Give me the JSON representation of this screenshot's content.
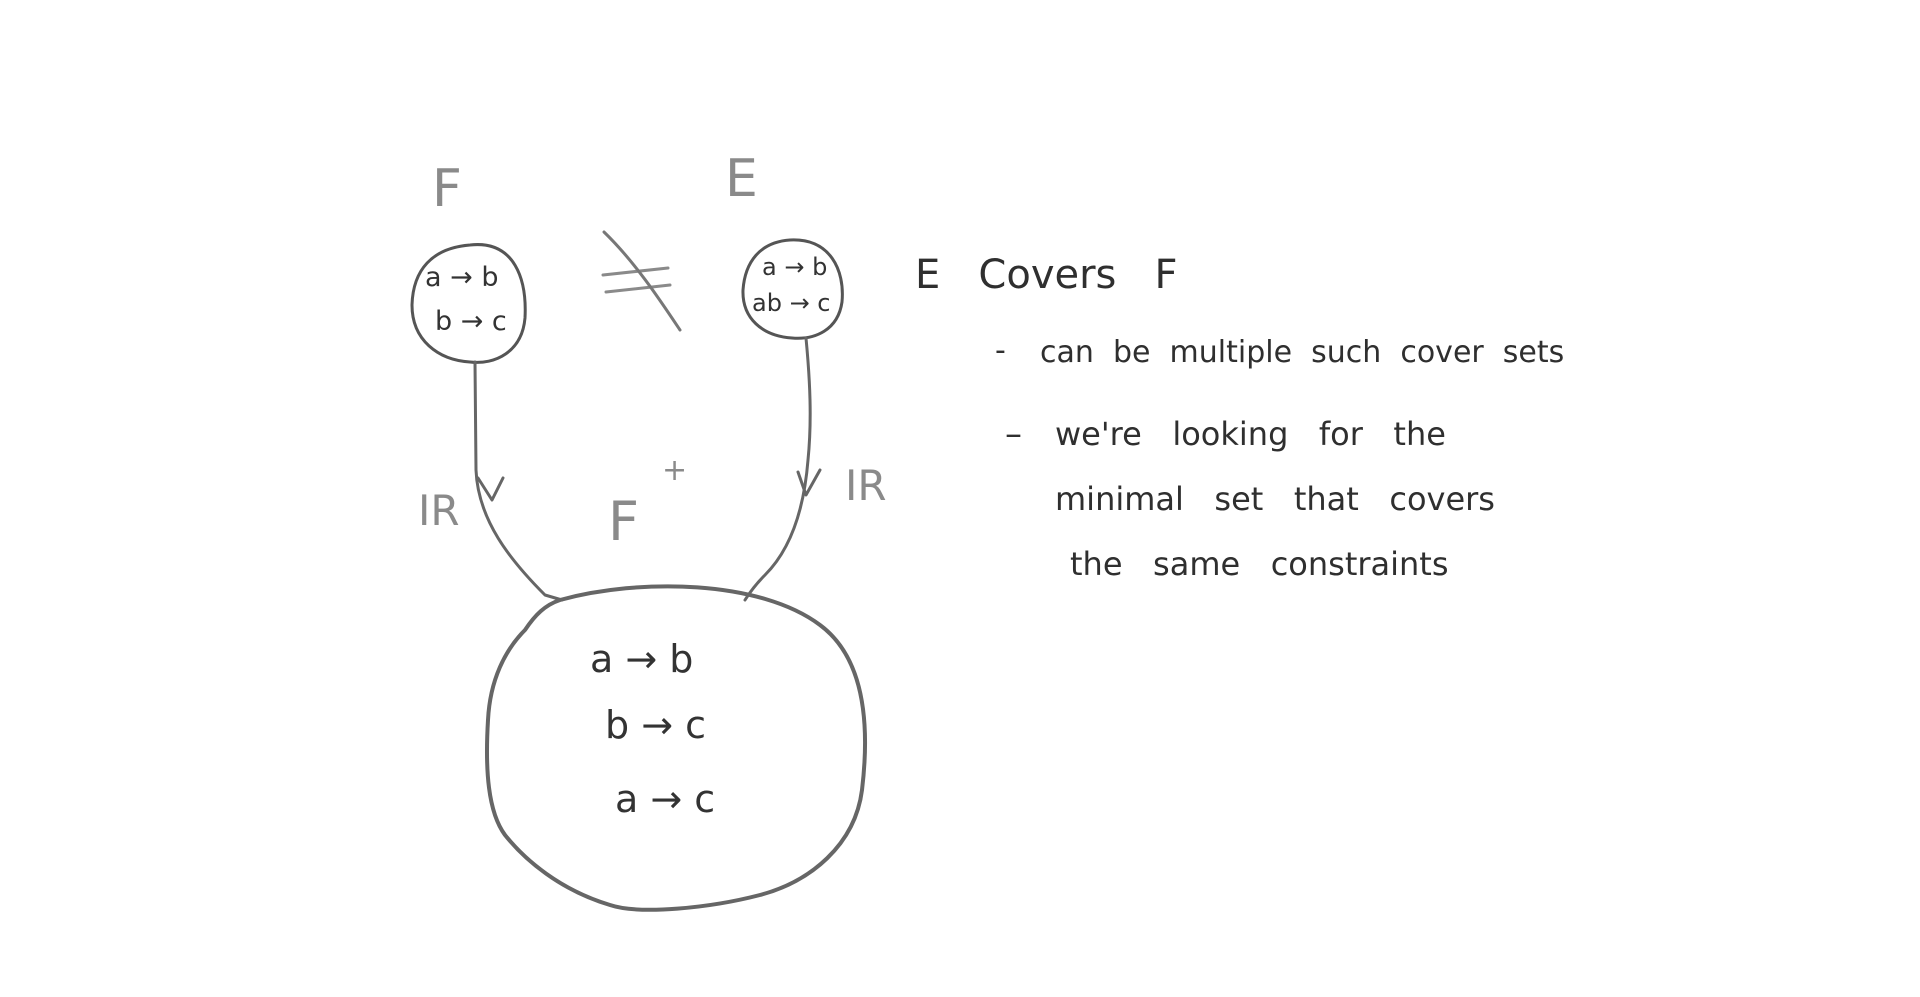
{
  "diagram": {
    "set_f": {
      "name": "F",
      "rules": [
        "a → b",
        "b → c"
      ]
    },
    "set_e": {
      "name": "E",
      "rules": [
        "a → b",
        "ab → c"
      ]
    },
    "relation_symbol": "≠",
    "closure": {
      "name": "F",
      "superscript": "+",
      "rules": [
        "a → b",
        "b → c",
        "a → c"
      ]
    },
    "edge_label_left": "IR",
    "edge_label_right": "IR"
  },
  "notes": {
    "heading": "E   Covers   F",
    "bullets": [
      {
        "marker": "-",
        "lines": [
          "can  be  multiple  such  cover  sets"
        ]
      },
      {
        "marker": "–",
        "lines": [
          "we're   looking   for   the",
          "minimal   set   that   covers",
          "the   same   constraints"
        ]
      }
    ]
  },
  "colors": {
    "ink_light": "#8a8a8a",
    "ink_dark": "#555555",
    "text": "#333333"
  }
}
